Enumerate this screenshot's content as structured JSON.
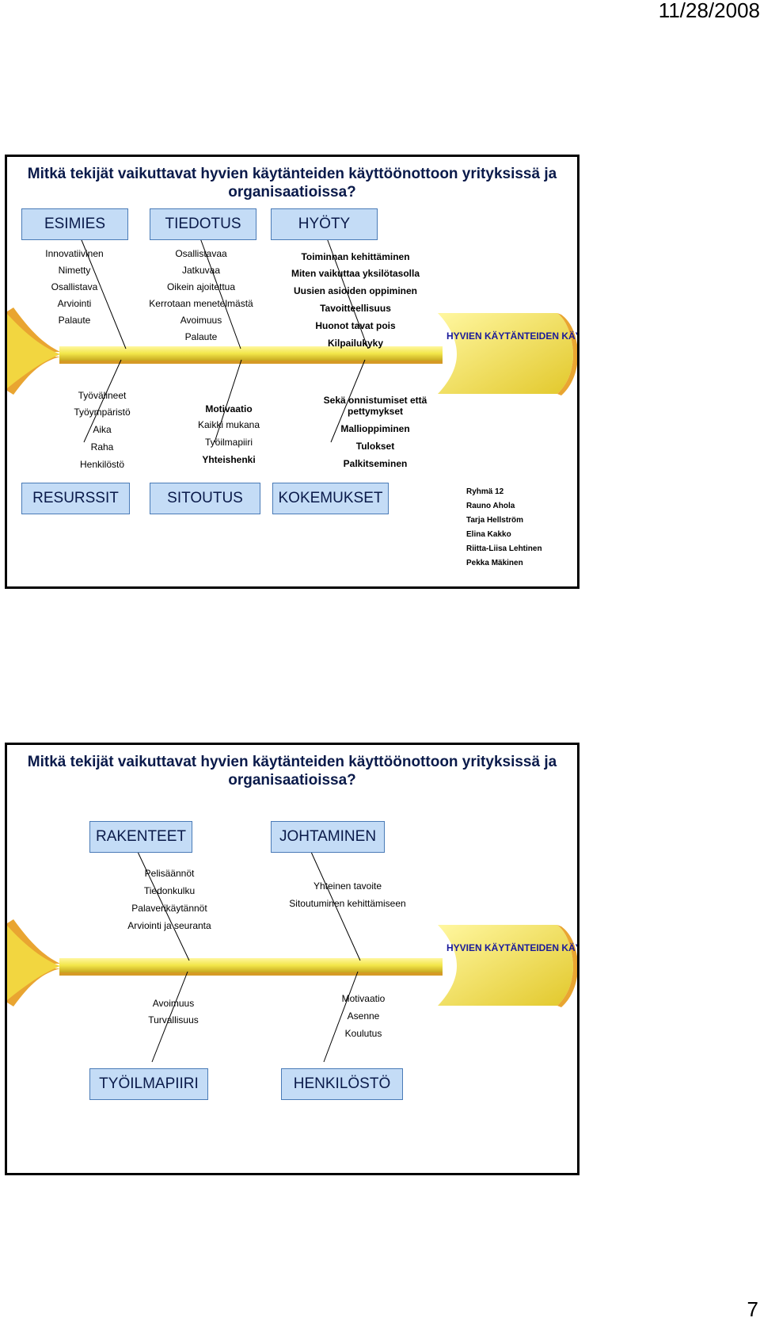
{
  "date": "11/28/2008",
  "page_number": "7",
  "slide1": {
    "title": "Mitkä tekijät vaikuttavat hyvien käytänteiden käyttöönottoon yrityksissä ja organisaatioissa?",
    "head": "HYVIEN KÄYTÄNTEIDEN KÄYTTÖÖN- OTTO",
    "top_categories": [
      "ESIMIES",
      "TIEDOTUS",
      "HYÖTY"
    ],
    "bottom_categories": [
      "RESURSSIT",
      "SITOUTUS",
      "KOKEMUKSET"
    ],
    "esimies_items": [
      "Innovatiivinen",
      "Nimetty",
      "Osallistava",
      "Arviointi",
      "Palaute"
    ],
    "tiedotus_items": [
      "Osallistavaa",
      "Jatkuvaa",
      "Oikein ajoitettua",
      "Kerrotaan menetelmästä",
      "Avoimuus",
      "Palaute"
    ],
    "hyoty_items": [
      "Toiminnan kehittäminen",
      "Miten vaikuttaa yksilötasolla",
      "Uusien asioiden oppiminen",
      "Tavoitteellisuus",
      "Huonot tavat pois",
      "Kilpailukyky"
    ],
    "resurssit_items": [
      "Työvälineet",
      "Työympäristö",
      "Aika",
      "Raha",
      "Henkilöstö"
    ],
    "sitoutus_items": [
      "Motivaatio",
      "Kaikki mukana",
      "Työilmapiiri",
      "Yhteishenki"
    ],
    "kokemukset_items": [
      "Sekä onnistumiset että pettymykset",
      "Mallioppiminen",
      "Tulokset",
      "Palkitseminen"
    ],
    "group": [
      "Ryhmä 12",
      "Rauno Ahola",
      "Tarja Hellström",
      "Elina Kakko",
      "Riitta-Liisa Lehtinen",
      "Pekka Mäkinen"
    ]
  },
  "slide2": {
    "title": "Mitkä tekijät vaikuttavat hyvien käytänteiden käyttöönottoon yrityksissä ja organisaatioissa?",
    "head": "HYVIEN KÄYTÄNTEIDEN KÄYTTÖÖN- OTTO",
    "top_categories": [
      "RAKENTEET",
      "JOHTAMINEN"
    ],
    "bottom_categories": [
      "TYÖILMAPIIRI",
      "HENKILÖSTÖ"
    ],
    "rakenteet_items": [
      "Pelisäännöt",
      "Tiedonkulku",
      "Palaverikäytännöt",
      "Arviointi ja seuranta"
    ],
    "johtaminen_items": [
      "Yhteinen tavoite",
      "Sitoutuminen kehittämiseen"
    ],
    "tyoilmapiiri_items": [
      "Avoimuus",
      "Turvallisuus"
    ],
    "henkilosto_items": [
      "Motivaatio",
      "Asenne",
      "Koulutus"
    ]
  },
  "colors": {
    "category_fill": "#c4dcf6",
    "category_border": "#4a7bb7",
    "spine_yellow": "#f2e64a",
    "bone_orange": "#e9a531",
    "head_text": "#1a1a9a"
  }
}
